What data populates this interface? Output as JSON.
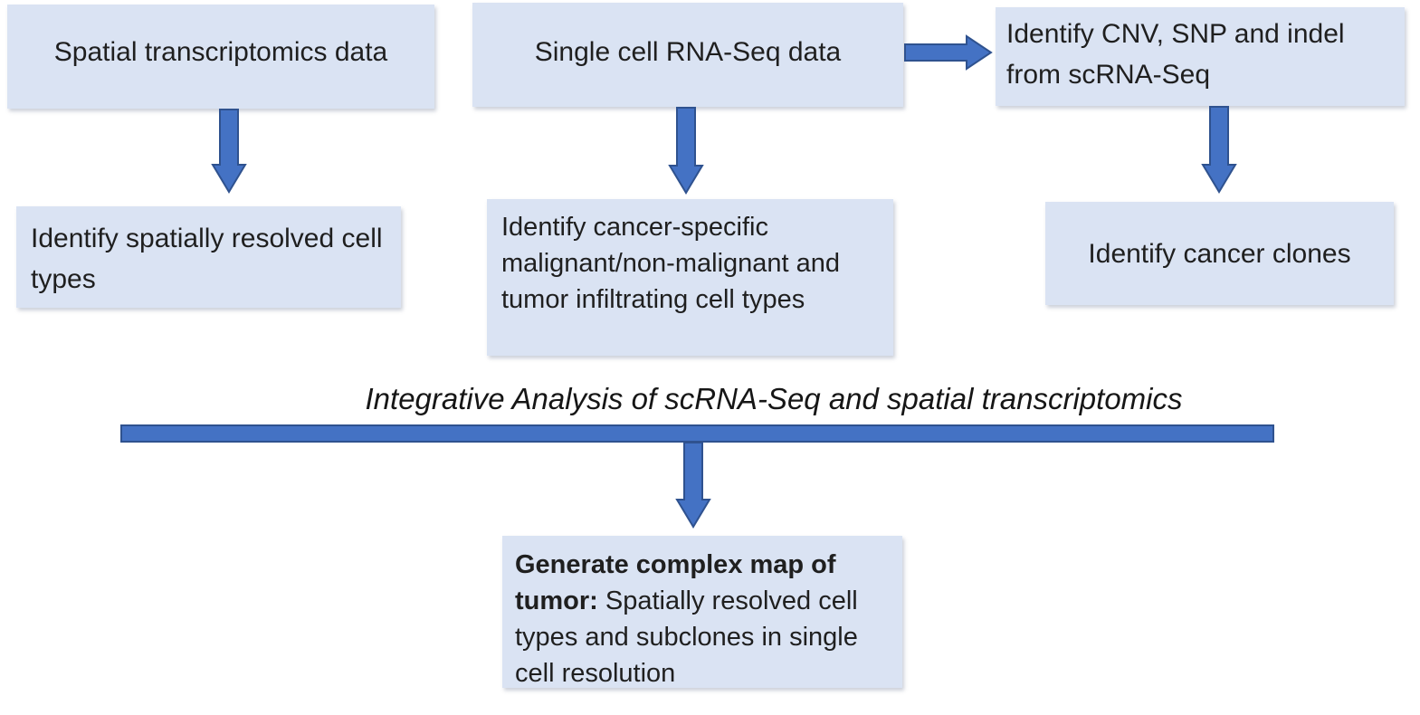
{
  "diagram": {
    "title": "Integrative Analysis of scRNA-Seq and spatial transcriptomics",
    "boxes": {
      "spatial_data": "Spatial transcriptomics data",
      "scrna_data": "Single cell RNA-Seq data",
      "cnv_snp_indel": "Identify CNV, SNP and indel from scRNA-Seq",
      "spatial_cell_types": "Identify spatially resolved cell types",
      "cancer_specific": "Identify cancer-specific malignant/non-malignant and tumor infiltrating cell types",
      "cancer_clones": "Identify cancer clones",
      "final_map_lead": "Generate complex map of tumor:",
      "final_map_rest": " Spatially resolved cell types and subclones in single cell resolution"
    },
    "arrows": [
      "spatial-data -> spatial-cell-types",
      "scrna-data -> cancer-specific",
      "scrna-data -> cnv-snp-indel",
      "cnv-snp-indel -> cancer-clones",
      "integrative-analysis-bar -> final-map"
    ]
  },
  "colors": {
    "box_fill": "#dae3f3",
    "arrow_fill": "#4472c4",
    "arrow_border": "#2f528f",
    "text_color": "#1f1f1f"
  }
}
